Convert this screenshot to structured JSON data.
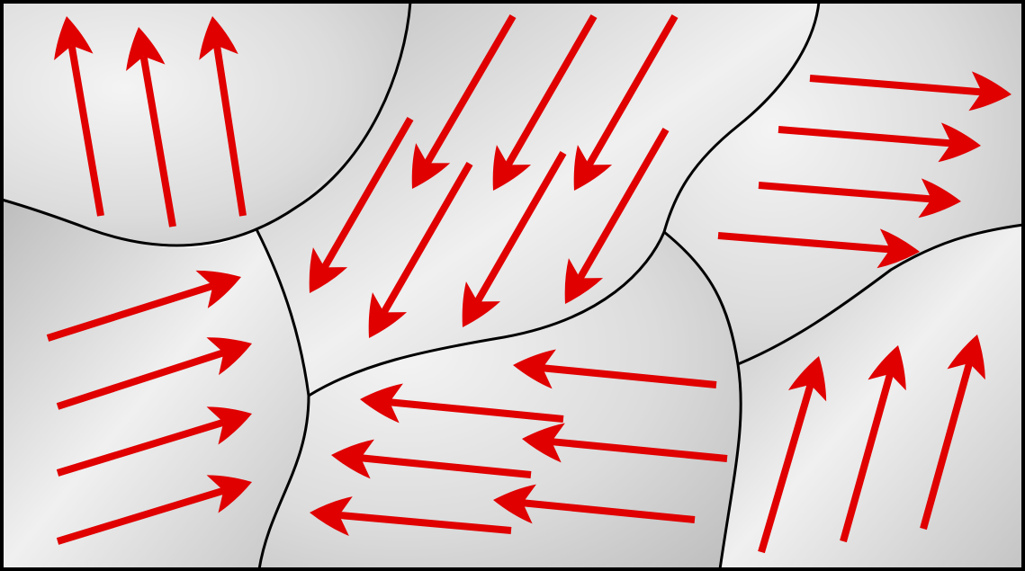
{
  "title": "",
  "colors": {
    "arrow": "#e00000",
    "wall": "#000000",
    "domain_light": "#f2f2f2",
    "domain_dark": "#bdbdbd"
  },
  "domains": [
    {
      "id": "top-left",
      "magnetization_direction": "up"
    },
    {
      "id": "top-center",
      "magnetization_direction": "down-left"
    },
    {
      "id": "top-right",
      "magnetization_direction": "right"
    },
    {
      "id": "middle-left",
      "magnetization_direction": "up-right"
    },
    {
      "id": "bottom-center",
      "magnetization_direction": "left"
    },
    {
      "id": "bottom-right",
      "magnetization_direction": "up"
    }
  ]
}
